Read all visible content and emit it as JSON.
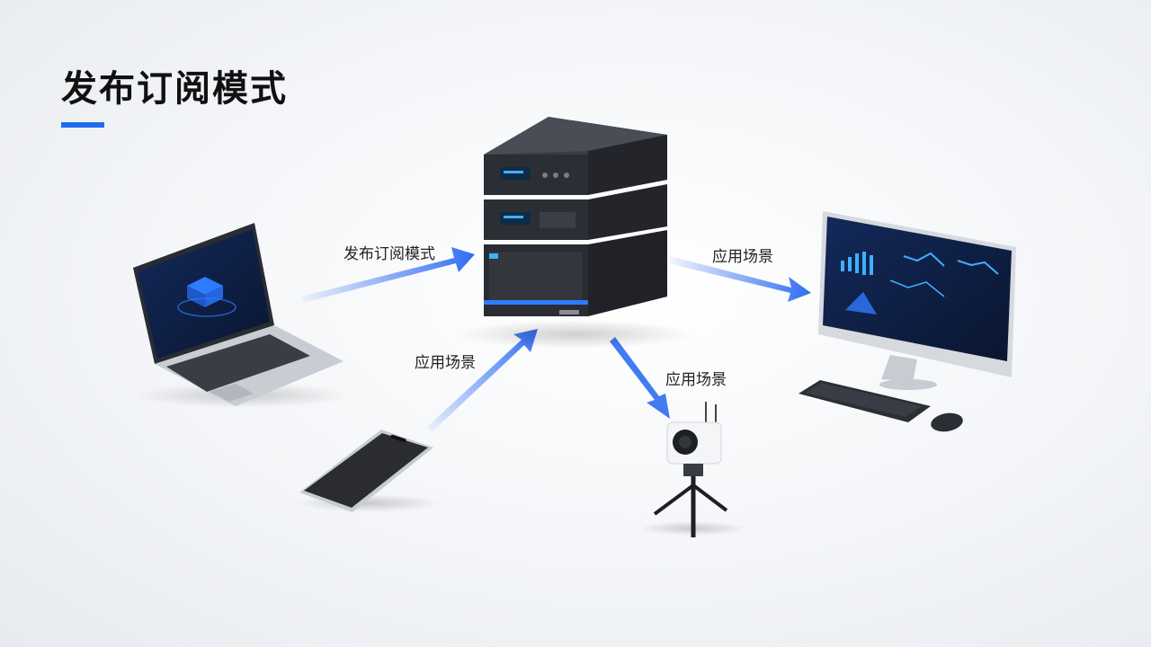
{
  "title": "发布订阅模式",
  "labels": {
    "laptop_to_server": "发布订阅模式",
    "server_to_monitor": "应用场景",
    "phone_to_server": "应用场景",
    "server_to_camera": "应用场景"
  },
  "colors": {
    "accent": "#1e6cf0",
    "arrow": "#2f6df2",
    "device_dark": "#2b2d33",
    "screen": "#0d1d3f"
  }
}
